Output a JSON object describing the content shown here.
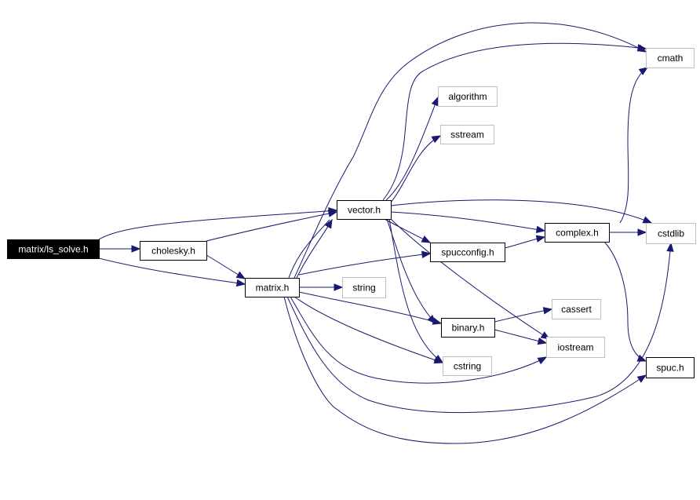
{
  "diagram": {
    "type": "include-dependency-graph",
    "colors": {
      "edge": "#191970",
      "local_border": "#000000",
      "system_border": "#bfbfbf",
      "root_fill": "#000000",
      "root_text": "#ffffff"
    },
    "nodes": [
      {
        "id": "ls_solve",
        "label": "matrix/ls_solve.h",
        "kind": "root"
      },
      {
        "id": "cholesky",
        "label": "cholesky.h",
        "kind": "local"
      },
      {
        "id": "matrix",
        "label": "matrix.h",
        "kind": "local"
      },
      {
        "id": "vector",
        "label": "vector.h",
        "kind": "local"
      },
      {
        "id": "spucconfig",
        "label": "spucconfig.h",
        "kind": "local"
      },
      {
        "id": "complex",
        "label": "complex.h",
        "kind": "local"
      },
      {
        "id": "binary",
        "label": "binary.h",
        "kind": "local"
      },
      {
        "id": "spuc",
        "label": "spuc.h",
        "kind": "local"
      },
      {
        "id": "cmath",
        "label": "cmath",
        "kind": "system"
      },
      {
        "id": "algorithm",
        "label": "algorithm",
        "kind": "system"
      },
      {
        "id": "sstream",
        "label": "sstream",
        "kind": "system"
      },
      {
        "id": "cstdlib",
        "label": "cstdlib",
        "kind": "system"
      },
      {
        "id": "string",
        "label": "string",
        "kind": "system"
      },
      {
        "id": "cassert",
        "label": "cassert",
        "kind": "system"
      },
      {
        "id": "iostream",
        "label": "iostream",
        "kind": "system"
      },
      {
        "id": "cstring",
        "label": "cstring",
        "kind": "system"
      }
    ],
    "edges": [
      {
        "from": "ls_solve",
        "to": "cholesky"
      },
      {
        "from": "ls_solve",
        "to": "matrix"
      },
      {
        "from": "ls_solve",
        "to": "vector"
      },
      {
        "from": "cholesky",
        "to": "matrix"
      },
      {
        "from": "cholesky",
        "to": "vector"
      },
      {
        "from": "matrix",
        "to": "vector"
      },
      {
        "from": "matrix",
        "to": "cmath"
      },
      {
        "from": "matrix",
        "to": "spucconfig"
      },
      {
        "from": "matrix",
        "to": "string"
      },
      {
        "from": "matrix",
        "to": "binary"
      },
      {
        "from": "matrix",
        "to": "cstring"
      },
      {
        "from": "matrix",
        "to": "iostream"
      },
      {
        "from": "matrix",
        "to": "cstdlib"
      },
      {
        "from": "matrix",
        "to": "spuc"
      },
      {
        "from": "vector",
        "to": "cmath"
      },
      {
        "from": "vector",
        "to": "algorithm"
      },
      {
        "from": "vector",
        "to": "sstream"
      },
      {
        "from": "vector",
        "to": "cstdlib"
      },
      {
        "from": "vector",
        "to": "complex"
      },
      {
        "from": "vector",
        "to": "spucconfig"
      },
      {
        "from": "vector",
        "to": "binary"
      },
      {
        "from": "vector",
        "to": "iostream"
      },
      {
        "from": "vector",
        "to": "cstring"
      },
      {
        "from": "spucconfig",
        "to": "complex"
      },
      {
        "from": "complex",
        "to": "cmath"
      },
      {
        "from": "complex",
        "to": "cstdlib"
      },
      {
        "from": "complex",
        "to": "spuc"
      },
      {
        "from": "binary",
        "to": "cassert"
      },
      {
        "from": "binary",
        "to": "iostream"
      }
    ]
  }
}
